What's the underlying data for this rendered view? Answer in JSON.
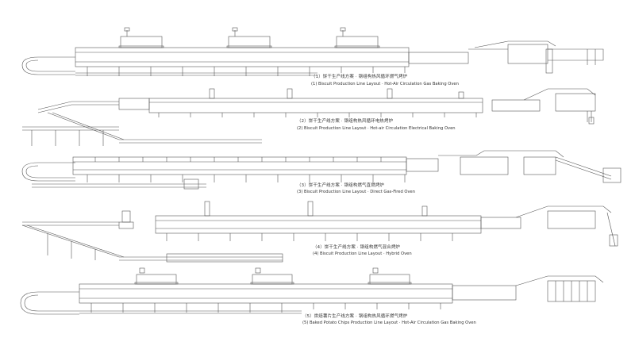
{
  "captions": {
    "line1": {
      "zh": "（1）饼干生产线方案 · 钢组构热风循环燃气烤炉",
      "en": "(1) Biscuit Production Line Layout · Hot-Air Circulation Gas Baking Oven"
    },
    "line2": {
      "zh": "（2）饼干生产线方案 · 钢组构热风循环电热烤炉",
      "en": "(2) Biscuit Production Line Layout · Hot-air Circulation Electrical Baking Oven"
    },
    "line3": {
      "zh": "（3）饼干生产线方案 · 钢组构燃气直燃烤炉",
      "en": "(3) Biscuit Production Line Layout · Direct Gas-Fired Oven"
    },
    "line4": {
      "zh": "（4）饼干生产线方案 · 钢组构燃气混合烤炉",
      "en": "(4) Biscuit Production Line Layout · Hybrid Oven"
    },
    "line5": {
      "zh": "（5）烘焙薯片生产线方案 · 钢组构热风循环燃气烤炉",
      "en": "(5) Baked Potato Chips Production Line Layout · Hot-Air Circulation Gas Baking Oven"
    }
  },
  "colors": {
    "line": "#555555",
    "text": "#333333",
    "background": "#ffffff"
  }
}
